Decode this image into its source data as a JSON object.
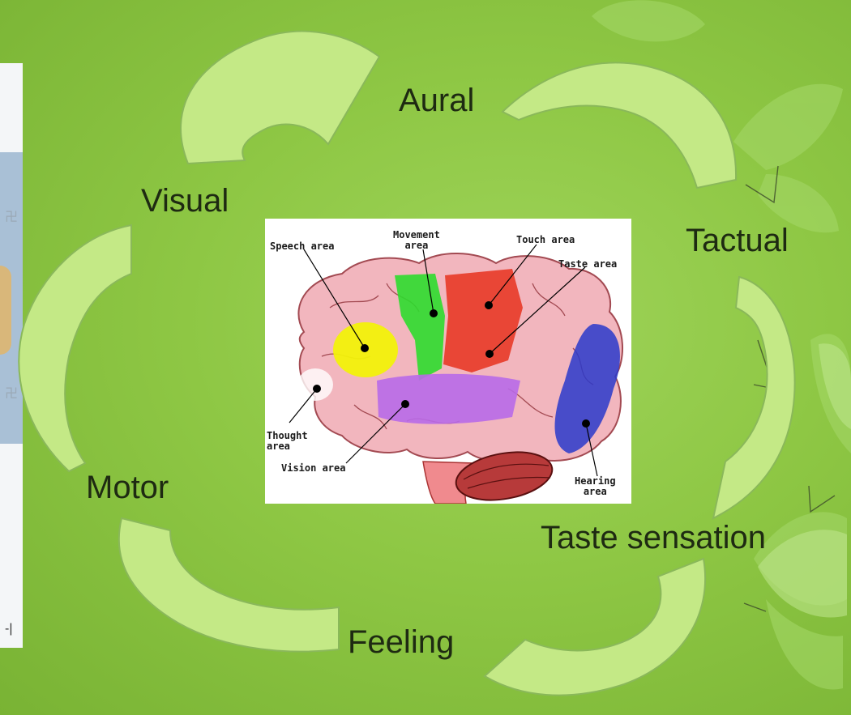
{
  "cycle": {
    "labels": {
      "aural": "Aural",
      "visual": "Visual",
      "tactual": "Tactual",
      "motor": "Motor",
      "taste": "Taste sensation",
      "feeling": "Feeling"
    }
  },
  "brain_figure": {
    "labels": {
      "speech": "Speech area",
      "movement": "Movement\narea",
      "touch": "Touch area",
      "taste": "Taste area",
      "thought": "Thought\narea",
      "vision": "Vision area",
      "hearing": "Hearing\narea"
    }
  },
  "colors": {
    "background": "#8ec744",
    "arrow_fill": "#c4e986",
    "arrow_stroke": "#8ab85a",
    "label_text": "#1e2a12",
    "speech_area": "#f2f20a",
    "movement_area": "#2edc2e",
    "touch_area": "#e8321e",
    "vision_area": "#b86ae8",
    "hearing_area": "#2a3acb",
    "brain": "#f2b6be"
  }
}
